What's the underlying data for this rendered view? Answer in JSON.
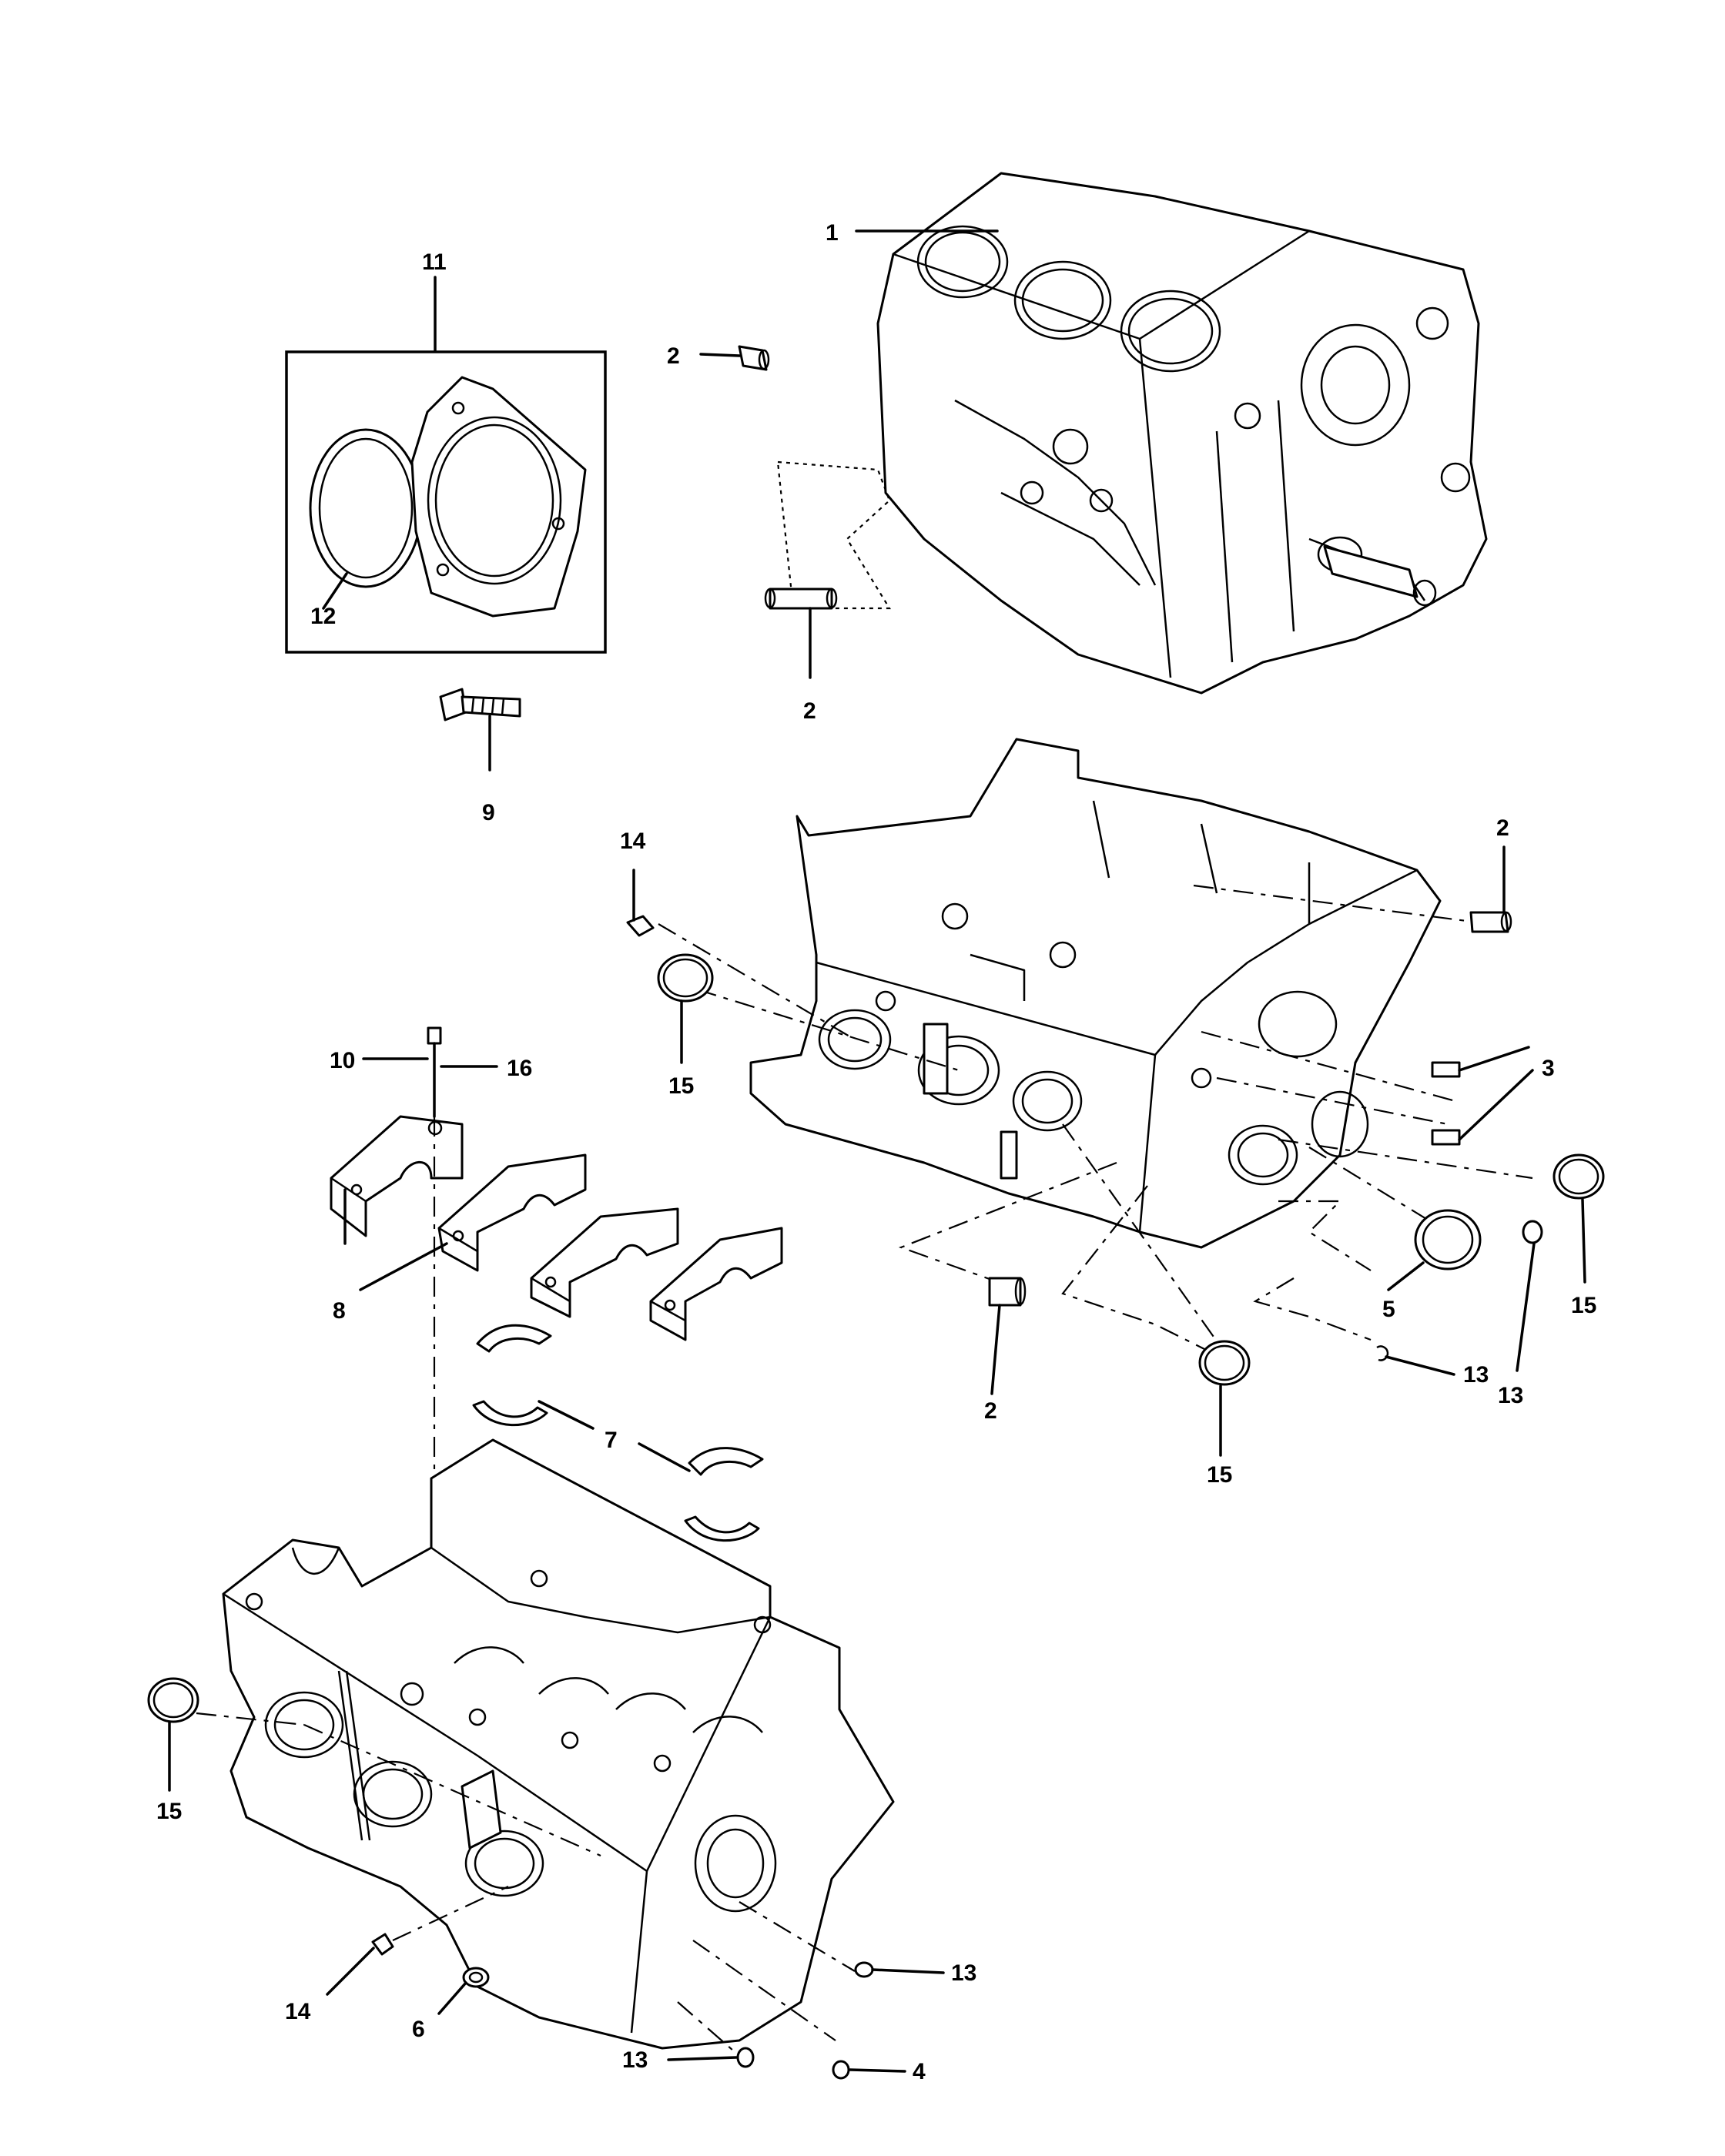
{
  "callouts": {
    "c1": "1",
    "c2a": "2",
    "c2b": "2",
    "c2c": "2",
    "c2d": "2",
    "c3": "3",
    "c4": "4",
    "c5": "5",
    "c6": "6",
    "c7": "7",
    "c8": "8",
    "c9": "9",
    "c10": "10",
    "c11": "11",
    "c12": "12",
    "c13a": "13",
    "c13b": "13",
    "c13c": "13",
    "c14a": "14",
    "c14b": "14",
    "c15a": "15",
    "c15b": "15",
    "c15c": "15",
    "c15d": "15",
    "c16": "16"
  },
  "colors": {
    "ink": "#000000",
    "paper": "#ffffff"
  }
}
